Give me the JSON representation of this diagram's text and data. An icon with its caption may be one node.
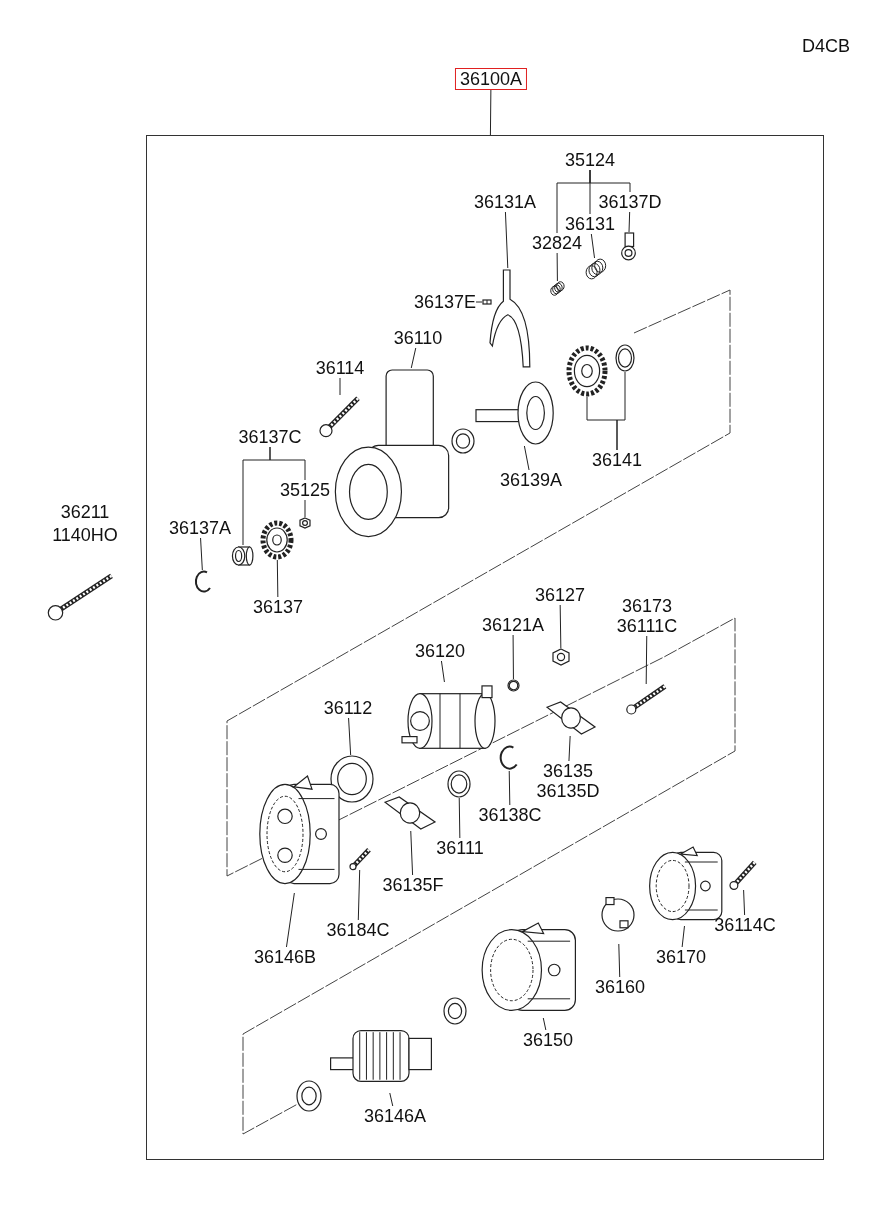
{
  "diagram": {
    "nodes": [
      {
        "text": [
          "36100A"
        ]
      },
      {
        "text": [],
        "shape": "box"
      },
      {
        "text": [
          "35124"
        ],
        "in": 1
      },
      {
        "text": [
          "36131A"
        ],
        "in": 1
      },
      {
        "text": [
          "36137D"
        ],
        "in": 1
      },
      {
        "text": [
          "36131"
        ],
        "in": 1
      },
      {
        "text": [
          "32824"
        ],
        "in": 1
      },
      {
        "text": [
          "36137E"
        ],
        "in": 1
      },
      {
        "text": [
          "36110"
        ],
        "in": 1
      },
      {
        "text": [
          "36114"
        ],
        "in": 1
      },
      {
        "text": [
          "36141"
        ],
        "in": 1
      },
      {
        "text": [
          "36137C"
        ],
        "in": 1
      },
      {
        "text": [
          "36139A"
        ],
        "in": 1
      },
      {
        "text": [
          "35125"
        ],
        "in": 1
      },
      {
        "text": [
          "36137A"
        ],
        "in": 1
      },
      {
        "text": [
          "36137"
        ],
        "in": 1
      },
      {
        "text": [
          "36127"
        ],
        "in": 1
      },
      {
        "text": [
          "36173",
          "36111C"
        ],
        "in": 1
      },
      {
        "text": [
          "36121A"
        ],
        "in": 1
      },
      {
        "text": [
          "36120"
        ],
        "in": 1
      },
      {
        "text": [
          "36112"
        ],
        "in": 1
      },
      {
        "text": [
          "36135",
          "36135D"
        ],
        "in": 1
      },
      {
        "text": [
          "36138C"
        ],
        "in": 1
      },
      {
        "text": [
          "36111"
        ],
        "in": 1
      },
      {
        "text": [
          "36135F"
        ],
        "in": 1
      },
      {
        "text": [
          "36184C"
        ],
        "in": 1
      },
      {
        "text": [
          "36146B"
        ],
        "in": 1
      },
      {
        "text": [
          "36114C"
        ],
        "in": 1
      },
      {
        "text": [
          "36170"
        ],
        "in": 1
      },
      {
        "text": [
          "36160"
        ],
        "in": 1
      },
      {
        "text": [
          "36150"
        ],
        "in": 1
      },
      {
        "text": [
          "36146A"
        ],
        "in": 1
      },
      {
        "text": [],
        "shape": "picture",
        "in": 1
      },
      {
        "text": [],
        "shape": "picture",
        "in": 1
      },
      {
        "text": [],
        "shape": "picture",
        "in": 1
      },
      {
        "text": [],
        "shape": "picture",
        "in": 1
      },
      {
        "text": [],
        "shape": "picture",
        "in": 1
      },
      {
        "text": [],
        "shape": "picture",
        "in": 1
      },
      {
        "text": [],
        "shape": "picture",
        "in": 1
      },
      {
        "text": [],
        "shape": "picture",
        "in": 1
      },
      {
        "text": [],
        "shape": "picture",
        "in": 1
      },
      {
        "text": [],
        "shape": "picture",
        "in": 1
      },
      {
        "text": [],
        "shape": "picture",
        "in": 1
      },
      {
        "text": [],
        "shape": "picture",
        "in": 1
      },
      {
        "text": [],
        "shape": "picture",
        "in": 1
      },
      {
        "text": [],
        "shape": "picture",
        "in": 1
      },
      {
        "text": [],
        "shape": "picture",
        "in": 1
      },
      {
        "text": [],
        "shape": "picture",
        "in": 1
      },
      {
        "text": [],
        "shape": "picture",
        "in": 1
      },
      {
        "text": [],
        "shape": "picture",
        "in": 1
      },
      {
        "text": [],
        "shape": "picture",
        "in": 1
      },
      {
        "text": [],
        "shape": "picture",
        "in": 1
      },
      {
        "text": [],
        "shape": "picture",
        "in": 1
      },
      {
        "text": [],
        "shape": "picture",
        "in": 1
      },
      {
        "text": [],
        "shape": "picture",
        "in": 1
      },
      {
        "text": [],
        "shape": "picture",
        "in": 1
      },
      {
        "text": [],
        "shape": "picture",
        "in": 1
      },
      {
        "text": [],
        "shape": "picture",
        "in": 1
      },
      {
        "text": [],
        "shape": "picture",
        "in": 1
      },
      {
        "text": [],
        "shape": "picture",
        "in": 1
      },
      {
        "text": [],
        "shape": "picture",
        "in": 1
      },
      {
        "text": [],
        "shape": "picture",
        "in": 1
      }
    ],
    "edges": [
      {
        "from": 0,
        "to": 1,
        "arrow": "none"
      },
      {
        "from": 2,
        "to": 6,
        "arrow": "none"
      },
      {
        "from": 2,
        "to": 5,
        "arrow": "none"
      },
      {
        "from": 2,
        "to": 4,
        "arrow": "none"
      },
      {
        "from": 3,
        "to": 34,
        "arrow": "none"
      },
      {
        "from": 4,
        "to": 32,
        "arrow": "none"
      },
      {
        "from": 5,
        "to": 33,
        "arrow": "none"
      },
      {
        "from": 6,
        "to": 35,
        "arrow": "none"
      },
      {
        "from": 7,
        "to": 36,
        "arrow": "none"
      },
      {
        "from": 8,
        "to": 39,
        "arrow": "none"
      },
      {
        "from": 9,
        "to": 40,
        "arrow": "none"
      },
      {
        "from": 10,
        "to": 38,
        "arrow": "none"
      },
      {
        "from": 10,
        "to": 37,
        "arrow": "none"
      },
      {
        "from": 11,
        "to": 43,
        "arrow": "none"
      },
      {
        "from": 11,
        "to": 13,
        "arrow": "none"
      },
      {
        "from": 12,
        "to": 41,
        "arrow": "none"
      },
      {
        "from": 13,
        "to": 44,
        "arrow": "none"
      },
      {
        "from": 14,
        "to": 45,
        "arrow": "none"
      },
      {
        "from": 15,
        "to": 42,
        "arrow": "none"
      },
      {
        "from": 16,
        "to": 46,
        "arrow": "none"
      },
      {
        "from": 17,
        "to": 48,
        "arrow": "none"
      },
      {
        "from": 18,
        "to": 47,
        "arrow": "none"
      },
      {
        "from": 19,
        "to": 49,
        "arrow": "none"
      },
      {
        "from": 20,
        "to": 52,
        "arrow": "none"
      },
      {
        "from": 21,
        "to": 50,
        "arrow": "none"
      },
      {
        "from": 22,
        "to": 51,
        "arrow": "none"
      },
      {
        "from": 23,
        "to": 53,
        "arrow": "none"
      },
      {
        "from": 24,
        "to": 54,
        "arrow": "none"
      },
      {
        "from": 25,
        "to": 56,
        "arrow": "none"
      },
      {
        "from": 26,
        "to": 55,
        "arrow": "none"
      },
      {
        "from": 27,
        "to": 57,
        "arrow": "none"
      },
      {
        "from": 28,
        "to": 58,
        "arrow": "none"
      },
      {
        "from": 29,
        "to": 59,
        "arrow": "none"
      },
      {
        "from": 30,
        "to": 60,
        "arrow": "none"
      },
      {
        "from": 31,
        "to": 61,
        "arrow": "none"
      }
    ],
    "labels": [
      "D4CB",
      "36211",
      "1140HO"
    ]
  }
}
